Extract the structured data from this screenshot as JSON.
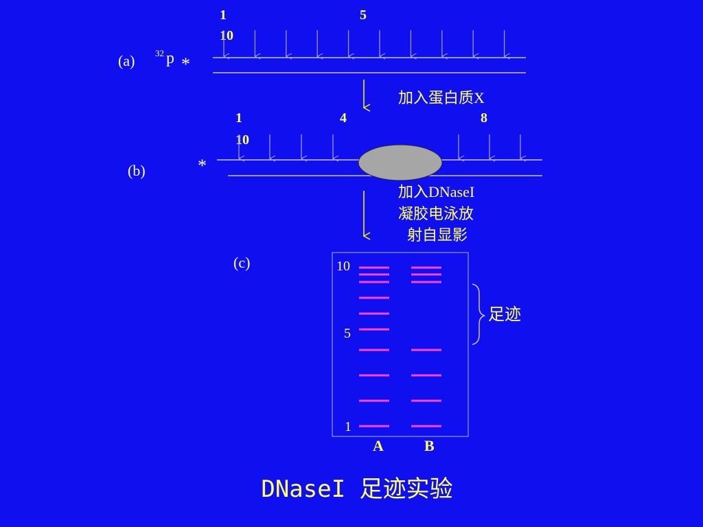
{
  "colors": {
    "background": "#0F0FF0",
    "text_yellow": "#FFFF66",
    "text_white": "#FFFFFF",
    "strand": "#C8C8E6",
    "cut_arrow": "#9A9ACF",
    "flow_arrow": "#FFFF00",
    "band": "#FF44CC",
    "protein_fill": "#A6A6A6"
  },
  "panel_a": {
    "label": "(a)",
    "isotope_mass": "32",
    "isotope_letter": "p",
    "star": "*",
    "numbers": {
      "one": "1",
      "five": "5",
      "ten": "10"
    },
    "cut_site_count": 10
  },
  "step_1": {
    "text": "加入蛋白质X"
  },
  "panel_b": {
    "label": "(b)",
    "star": "*",
    "numbers": {
      "one": "1",
      "four": "4",
      "eight": "8",
      "ten": "10"
    },
    "cut_site_count": 8
  },
  "step_2": {
    "lines": [
      "加入DNaseI",
      "凝胶电泳放",
      "射自显影"
    ]
  },
  "panel_c": {
    "label": "(c)",
    "size_markers": [
      "10",
      "5",
      "1"
    ],
    "lane_labels": [
      "A",
      "B"
    ],
    "lane_a_bands": [
      10,
      9,
      8,
      7,
      6,
      5,
      4,
      3,
      2,
      1
    ],
    "lane_b_bands": [
      10,
      9,
      8,
      4,
      3,
      2,
      1
    ],
    "footprint_label": "足迹"
  },
  "title": "DNaseI 足迹实验"
}
